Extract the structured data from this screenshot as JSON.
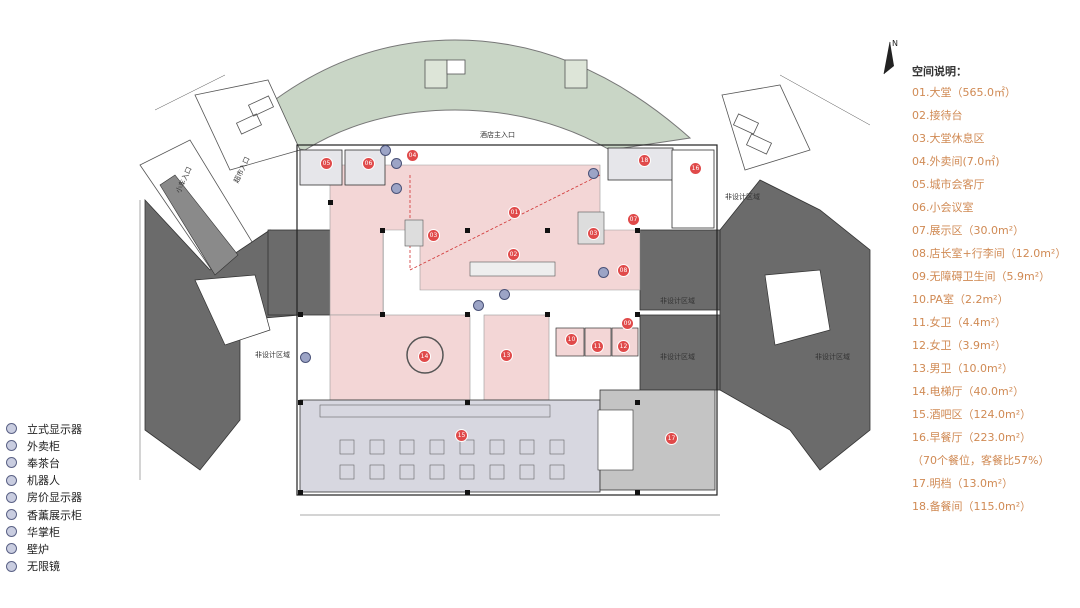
{
  "north_label": "N",
  "plan_labels": {
    "main_entrance": "酒店主入口",
    "supermarket_entrance": "超市入口",
    "car_entrance": "小车入口",
    "non_design_1": "非设计区域",
    "non_design_2": "非设计区域",
    "non_design_3": "非设计区域",
    "non_design_4": "非设计区域",
    "non_design_5": "非设计区域"
  },
  "room_markers": [
    "01",
    "02",
    "03",
    "03",
    "04",
    "05",
    "06",
    "07",
    "08",
    "09",
    "10",
    "11",
    "12",
    "13",
    "14",
    "15",
    "16",
    "17",
    "18"
  ],
  "space_legend": {
    "title": "空间说明：",
    "items": [
      "01.大堂（565.0㎡）",
      "02.接待台",
      "03.大堂休息区",
      "04.外卖间(7.0㎡)",
      "05.城市会客厅",
      "06.小会议室",
      "07.展示区（30.0m²）",
      "08.店长室+行李间（12.0m²）",
      "09.无障碍卫生间（5.9m²）",
      "10.PA室（2.2m²）",
      "11.女卫（4.4m²）",
      "12.女卫（3.9m²）",
      "13.男卫（10.0m²）",
      "14.电梯厅（40.0m²）",
      "15.酒吧区（124.0m²）",
      "16.早餐厅（223.0m²）",
      "（70个餐位，客餐比57%）",
      "17.明档（13.0m²）",
      "18.备餐间（115.0m²）"
    ]
  },
  "equipment_legend": {
    "items": [
      "立式显示器",
      "外卖柜",
      "奉茶台",
      "机器人",
      "房价显示器",
      "香薰展示柜",
      "华掌柜",
      "壁炉",
      "无限镜"
    ]
  },
  "colors": {
    "lobby_fill": "#f3d6d6",
    "wing_fill": "#6b6b6b",
    "plaza_fill": "#c9d6c6",
    "restaurant_fill": "#d7d7e0",
    "legend_text": "#d08a54",
    "marker_red": "#e04a4a",
    "marker_blue": "#9ca4c6"
  }
}
